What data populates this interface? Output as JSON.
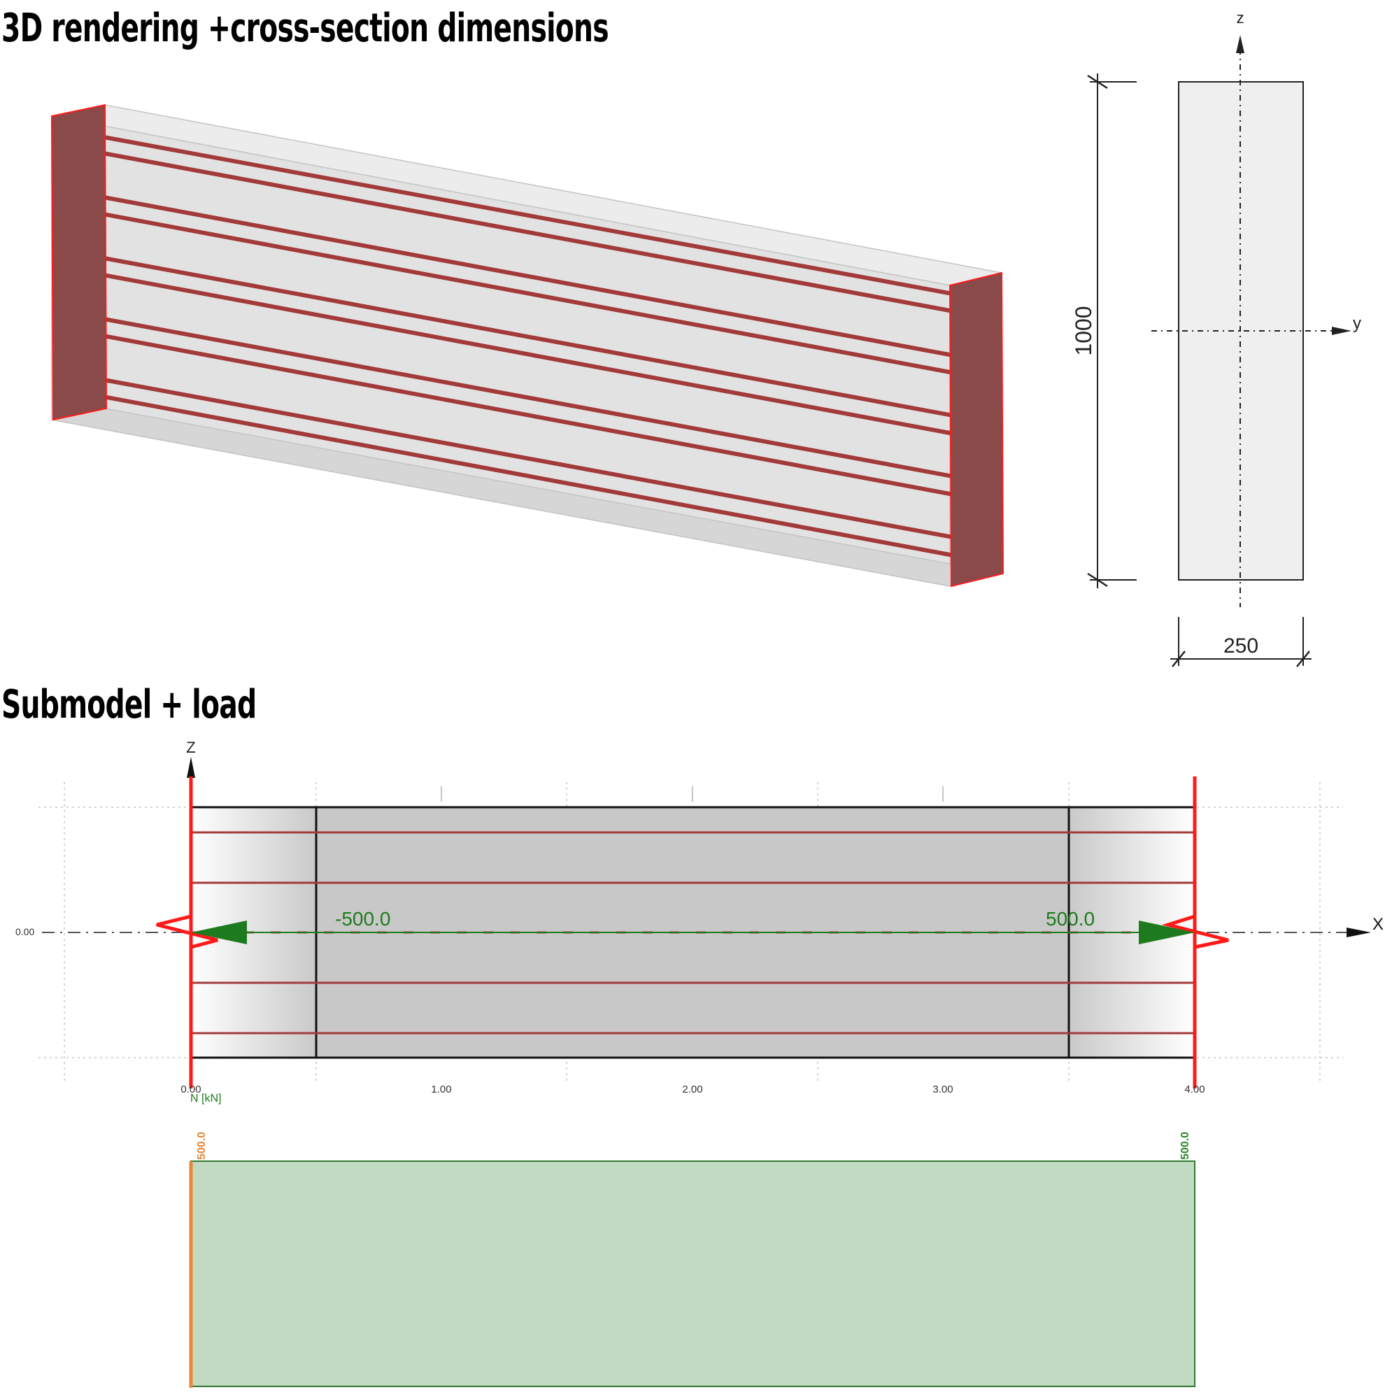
{
  "headings": {
    "rendering": "3D rendering +cross-section dimensions",
    "submodel": "Submodel + load"
  },
  "cross_section": {
    "height": "1000",
    "width": "250",
    "axis_z": "z",
    "axis_y": "y"
  },
  "submodel": {
    "axis_z": "Z",
    "axis_x": "X",
    "z_tick": "0.00",
    "x_ticks": [
      "0.00",
      "1.00",
      "2.00",
      "3.00",
      "4.00"
    ],
    "load_left": "-500.0",
    "load_right": "500.0"
  },
  "normal_force": {
    "label": "N [kN]",
    "value_left": "500.0",
    "value_right": "500.0"
  },
  "colors": {
    "rebar": "#a33a3a",
    "support": "#ff1a1a",
    "load": "#1e7a1e",
    "concrete": "#e4e4e4",
    "diagram_fill": "#c2d9c2",
    "diagram_edge_left": "#e8883a"
  }
}
